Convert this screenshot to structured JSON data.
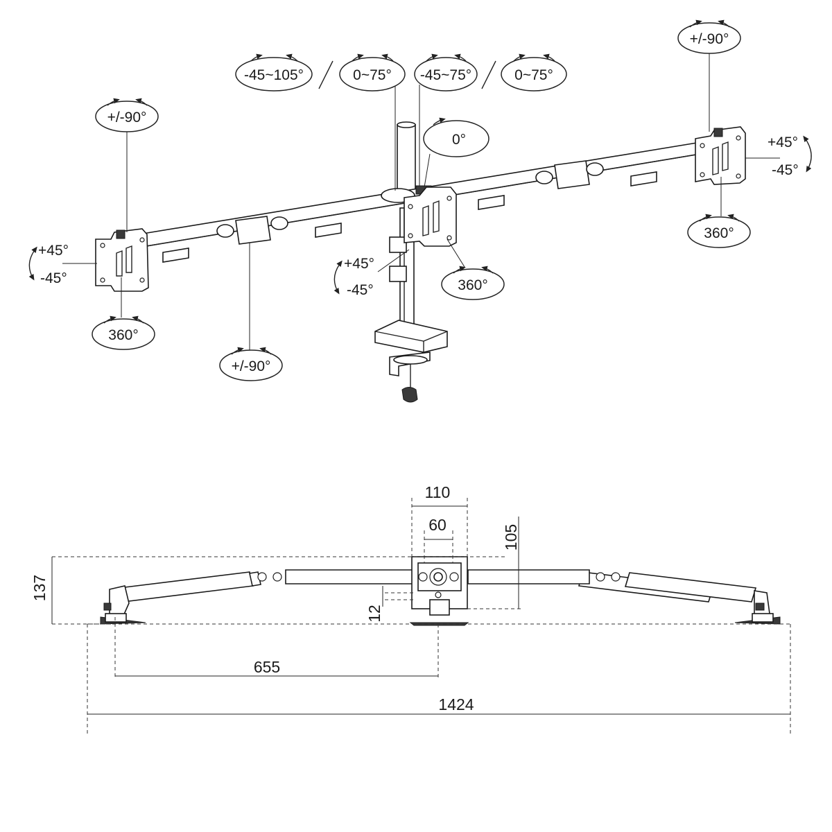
{
  "colors": {
    "line": "#222222",
    "background": "#ffffff",
    "fill_dark": "#3a3a3a"
  },
  "rotation_labels": {
    "left_tilt": "+/-90°",
    "left_swivel_up": "+45°",
    "left_swivel_down": "-45°",
    "left_rotation": "360°",
    "left_arm_joint": "+/-90°",
    "pole_tilt_a": "-45~105°",
    "pole_tilt_b": "0~75°",
    "pole_tilt_c": "-45~75°",
    "pole_tilt_d": "0~75°",
    "center_tilt": "0°",
    "center_swivel_up": "+45°",
    "center_swivel_down": "-45°",
    "center_rotation": "360°",
    "right_tilt": "+/-90°",
    "right_swivel_up": "+45°",
    "right_swivel_down": "-45°",
    "right_rotation": "360°"
  },
  "dimensions": {
    "clamp_width": "110",
    "vesa_width": "60",
    "depth": "105",
    "height": "137",
    "offset": "12",
    "half_span": "655",
    "total_span": "1424"
  }
}
